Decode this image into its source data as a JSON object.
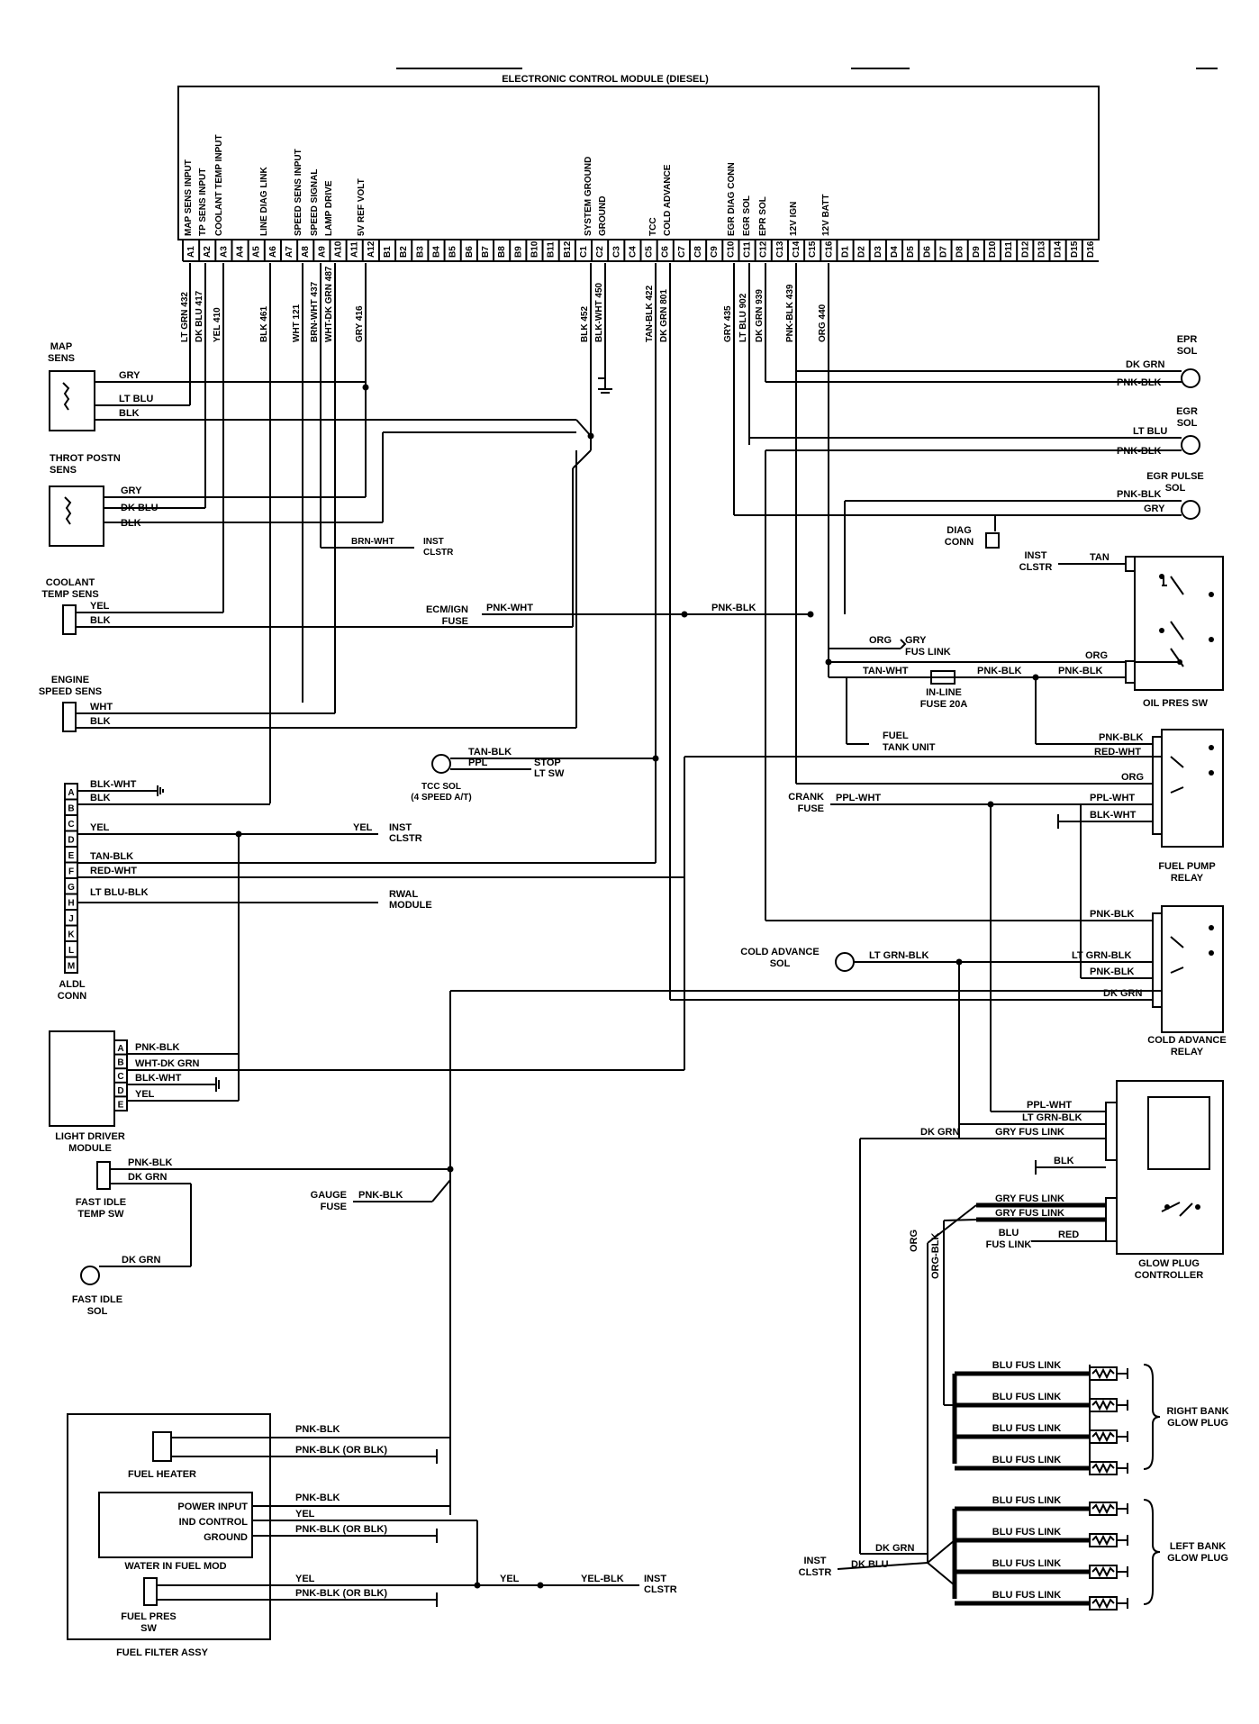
{
  "title": "ELECTRONIC CONTROL MODULE (DIESEL)",
  "ecm": {
    "functions_a": [
      {
        "label": "MAP SENS INPUT"
      },
      {
        "label": "TP SENS INPUT"
      },
      {
        "label": "COOLANT TEMP INPUT"
      },
      {
        "label": "LINE DIAG LINK"
      },
      {
        "label": "SPEED SENS INPUT"
      },
      {
        "label": "SPEED SIGNAL"
      },
      {
        "label": "LAMP DRIVE"
      },
      {
        "label": "5V REF VOLT"
      }
    ],
    "functions_c": [
      {
        "label": "SYSTEM GROUND"
      },
      {
        "label": "GROUND"
      },
      {
        "label": "TCC"
      },
      {
        "label": "COLD ADVANCE"
      },
      {
        "label": "EGR DIAG CONN"
      },
      {
        "label": "EGR SOL"
      },
      {
        "label": "EPR SOL"
      },
      {
        "label": "12V IGN"
      },
      {
        "label": "12V BATT"
      }
    ],
    "pins": [
      "A1",
      "A2",
      "A3",
      "A4",
      "A5",
      "A6",
      "A7",
      "A8",
      "A9",
      "A10",
      "A11",
      "A12",
      "B1",
      "B2",
      "B3",
      "B4",
      "B5",
      "B6",
      "B7",
      "B8",
      "B9",
      "B10",
      "B11",
      "B12",
      "C1",
      "C2",
      "C3",
      "C4",
      "C5",
      "C6",
      "C7",
      "C8",
      "C9",
      "C10",
      "C11",
      "C12",
      "C13",
      "C14",
      "C15",
      "C16",
      "D1",
      "D2",
      "D3",
      "D4",
      "D5",
      "D6",
      "D7",
      "D8",
      "D9",
      "D10",
      "D11",
      "D12",
      "D13",
      "D14",
      "D15",
      "D16"
    ],
    "wires": [
      {
        "label": "LT GRN 432"
      },
      {
        "label": "DK BLU 417"
      },
      {
        "label": "YEL 410"
      },
      {
        "label": "BLK 461"
      },
      {
        "label": "WHT 121"
      },
      {
        "label": "BRN-WHT 437"
      },
      {
        "label": "WHT-DK GRN 487"
      },
      {
        "label": "GRY 416"
      },
      {
        "label": "BLK 452"
      },
      {
        "label": "BLK-WHT 450"
      },
      {
        "label": "TAN-BLK 422"
      },
      {
        "label": "DK GRN 801"
      },
      {
        "label": "GRY 435"
      },
      {
        "label": "LT BLU 902"
      },
      {
        "label": "DK GRN 939"
      },
      {
        "label": "PNK-BLK 439"
      },
      {
        "label": "ORG 440"
      }
    ]
  },
  "components": {
    "map_sens": "MAP\nSENS",
    "throt_sens": "THROT POSTN\nSENS",
    "coolant_sens": "COOLANT\nTEMP SENS",
    "engine_speed": "ENGINE\nSPEED SENS",
    "aldl": "ALDL\nCONN",
    "light_driver": "LIGHT DRIVER\nMODULE",
    "fast_idle_temp": "FAST IDLE\nTEMP SW",
    "fast_idle_sol": "FAST IDLE\nSOL",
    "fuel_heater": "FUEL HEATER",
    "water_in_fuel": "WATER IN FUEL MOD",
    "fuel_pres_sw": "FUEL PRES\nSW",
    "fuel_filter": "FUEL FILTER ASSY",
    "tcc_sol": "TCC SOL\n(4 SPEED A/T)",
    "epr_sol": "EPR\nSOL",
    "egr_sol": "EGR\nSOL",
    "egr_pulse_sol": "EGR PULSE\nSOL",
    "diag_conn": "DIAG\nCONN",
    "oil_pres_sw": "OIL PRES SW",
    "fuel_pump_relay": "FUEL PUMP\nRELAY",
    "cold_advance_sol": "COLD ADVANCE\nSOL",
    "cold_advance_relay": "COLD ADVANCE\nRELAY",
    "glow_plug_controller": "GLOW PLUG\nCONTROLLER",
    "right_bank": "RIGHT BANK\nGLOW PLUG",
    "left_bank": "LEFT BANK\nGLOW PLUG",
    "fuel_tank": "FUEL\nTANK UNIT",
    "inline_fuse": "IN-LINE\nFUSE 20A"
  },
  "labels": {
    "gry": "GRY",
    "lt_blu": "LT BLU",
    "blk": "BLK",
    "dk_blu": "DK BLU",
    "yel": "YEL",
    "wht": "WHT",
    "brn_wht": "BRN-WHT",
    "inst_clstr": "INST\nCLSTR",
    "ecm_ign_fuse": "ECM/IGN\nFUSE",
    "pnk_wht": "PNK-WHT",
    "pnk_blk": "PNK-BLK",
    "tan_blk": "TAN-BLK",
    "ppl": "PPL",
    "stop_lt_sw": "STOP\nLT SW",
    "blk_wht": "BLK-WHT",
    "red_wht": "RED-WHT",
    "lt_blu_blk": "LT BLU-BLK",
    "rwal_module": "RWAL\nMODULE",
    "wht_dk_grn": "WHT-DK GRN",
    "dk_grn": "DK GRN",
    "gauge_fuse": "GAUGE\nFUSE",
    "pnk_blk_or_blk": "PNK-BLK (OR BLK)",
    "power_input": "POWER INPUT",
    "ind_control": "IND CONTROL",
    "ground": "GROUND",
    "yel_blk": "YEL-BLK",
    "tan": "TAN",
    "org": "ORG",
    "gry_fus_link": "GRY\nFUS LINK",
    "tan_wht": "TAN-WHT",
    "crank_fuse": "CRANK\nFUSE",
    "ppl_wht": "PPL-WHT",
    "lt_grn_blk": "LT GRN-BLK",
    "blu_fus_link_controller": "BLU\nFUS LINK",
    "red": "RED",
    "org_blk": "ORG-BLK",
    "inst_clstr_single": "INST\nCLSTR",
    "blu_fus_link": "BLU FUS LINK",
    "gry_fus_link_single": "GRY FUS LINK"
  },
  "aldl_pins": [
    "A",
    "B",
    "C",
    "D",
    "E",
    "F",
    "G",
    "H",
    "J",
    "K",
    "L",
    "M"
  ],
  "ldm_pins": [
    "A",
    "B",
    "C",
    "D",
    "E"
  ]
}
